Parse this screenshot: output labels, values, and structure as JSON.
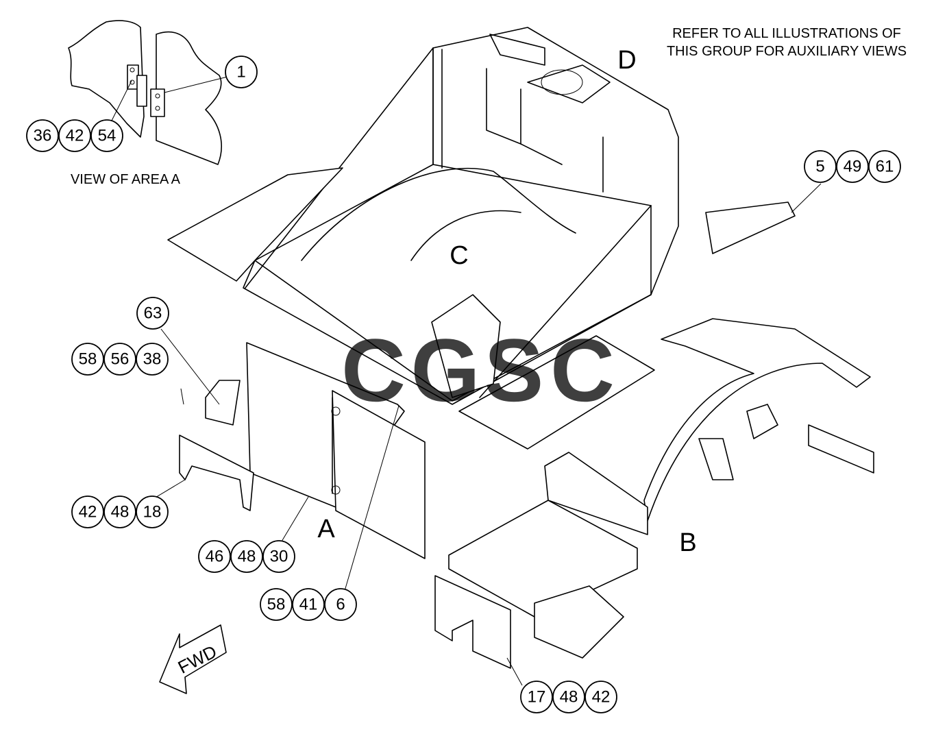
{
  "note": {
    "line1": "REFER TO ALL ILLUSTRATIONS OF",
    "line2": "THIS GROUP FOR AUXILIARY VIEWS"
  },
  "detail_caption": "VIEW OF AREA A",
  "area_labels": {
    "a": "A",
    "b": "B",
    "c": "C",
    "d": "D"
  },
  "fwd_label": "FWD",
  "watermark": {
    "letters": [
      "C",
      "G",
      "S",
      "C"
    ],
    "colors": [
      "#4a8af4",
      "#e8524a",
      "#f5c518",
      "#2ea66d"
    ]
  },
  "callouts": {
    "g_1": [
      "1"
    ],
    "g_36_42_54": [
      "36",
      "42",
      "54"
    ],
    "g_5_49_61": [
      "5",
      "49",
      "61"
    ],
    "g_63": [
      "63"
    ],
    "g_58_56_38": [
      "58",
      "56",
      "38"
    ],
    "g_42_48_18": [
      "42",
      "48",
      "18"
    ],
    "g_46_48_30": [
      "46",
      "48",
      "30"
    ],
    "g_58_41_6": [
      "58",
      "41",
      "6"
    ],
    "g_17_48_42": [
      "17",
      "48",
      "42"
    ]
  }
}
